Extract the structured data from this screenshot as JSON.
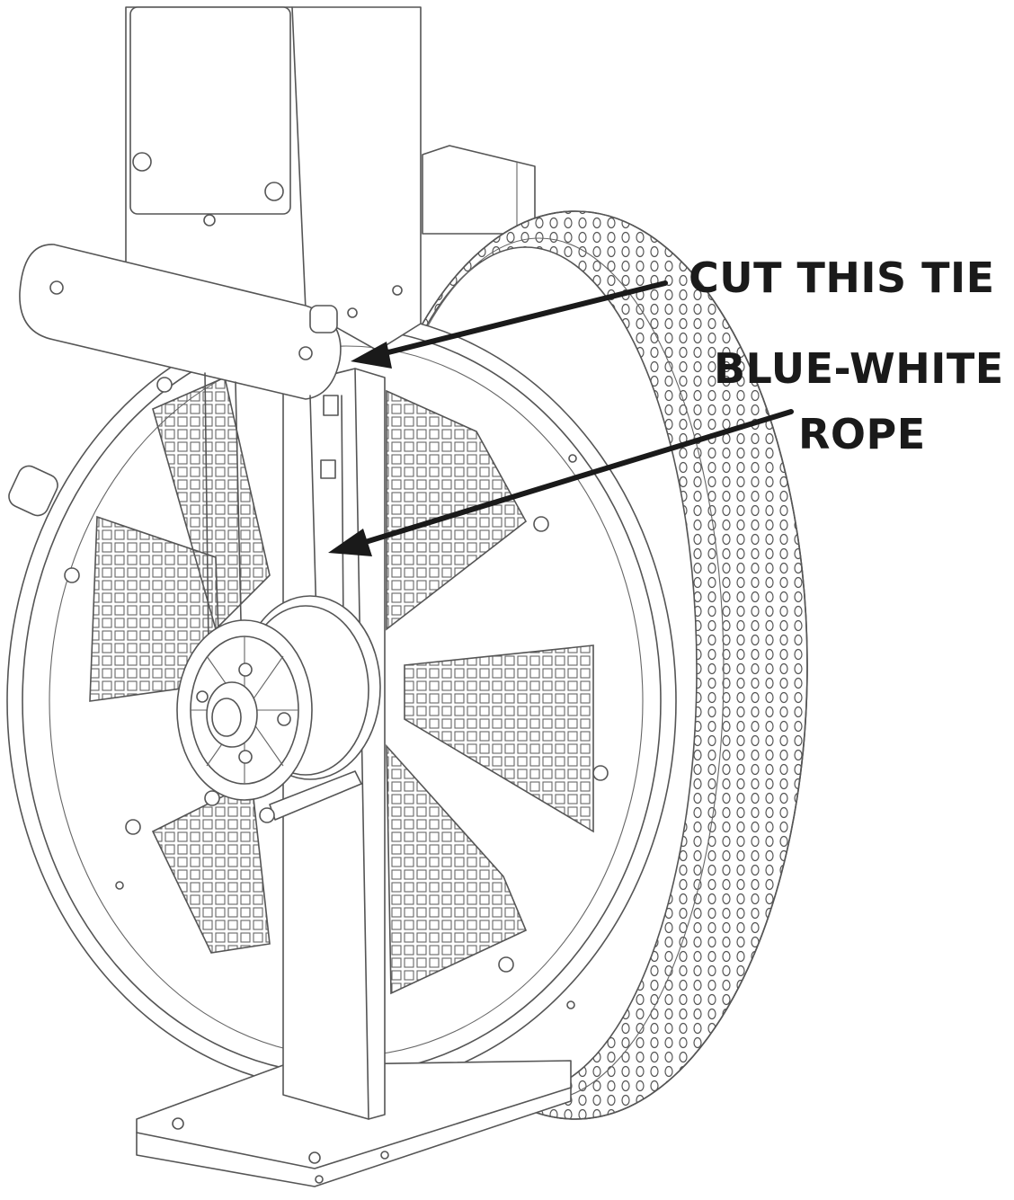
{
  "labels": {
    "cut_tie": "CUT THIS TIE",
    "rope_line1": "BLUE-WHITE",
    "rope_line2": "ROPE"
  },
  "colors": {
    "line_art": "#555555",
    "label_text": "#1a1a1a",
    "background": "#ffffff"
  }
}
